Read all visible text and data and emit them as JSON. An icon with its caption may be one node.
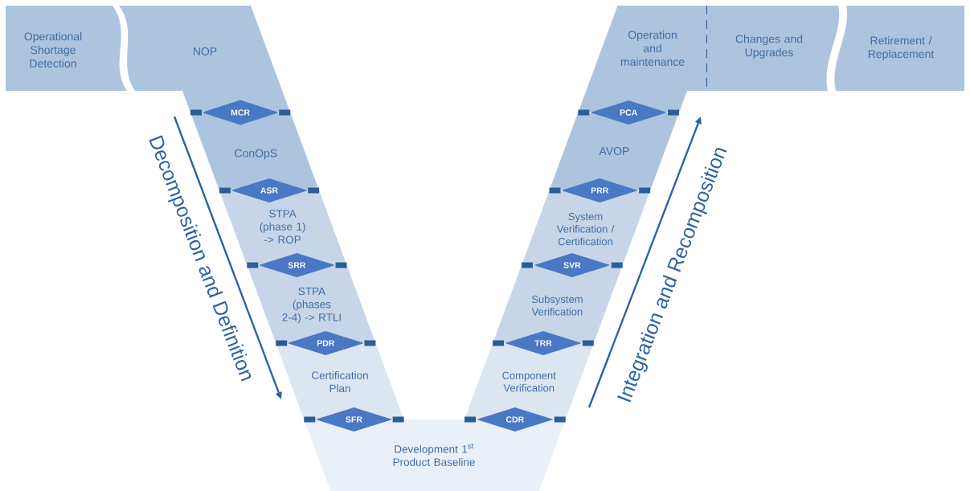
{
  "diagram": {
    "nodes": [
      {
        "text": [
          "Operational Shortage Detection"
        ]
      },
      {
        "text": [
          "NOP"
        ]
      },
      {
        "text": [
          "Operation and maintenance"
        ]
      },
      {
        "text": [
          "Changes and Upgrades"
        ]
      },
      {
        "text": [
          "Retirement / Replacement"
        ]
      },
      {
        "text": [
          "MCR"
        ]
      },
      {
        "text": [
          "PCA"
        ]
      },
      {
        "text": [
          "ConOpS"
        ]
      },
      {
        "text": [
          "AVOP"
        ]
      },
      {
        "text": [
          "ASR"
        ]
      },
      {
        "text": [
          "PRR"
        ]
      },
      {
        "text": [
          "STPA (phase 1) -> ROP"
        ]
      },
      {
        "text": [
          "System Verification / Certification"
        ]
      },
      {
        "text": [
          "SRR"
        ]
      },
      {
        "text": [
          "SVR"
        ]
      },
      {
        "text": [
          "STPA (phases 2-4) -> RTLI"
        ]
      },
      {
        "text": [
          "Subsystem Verification"
        ]
      },
      {
        "text": [
          "PDR"
        ]
      },
      {
        "text": [
          "TRR"
        ]
      },
      {
        "text": [
          "Certification Plan"
        ]
      },
      {
        "text": [
          "Component Verification"
        ]
      },
      {
        "text": [
          "SFR"
        ]
      },
      {
        "text": [
          "CDR"
        ]
      },
      {
        "text": [
          "Development 1$^{st}$ Product Baseline"
        ]
      }
    ],
    "labels": [
      "Decomposition and Definition",
      "Integration and Recomposition"
    ]
  }
}
